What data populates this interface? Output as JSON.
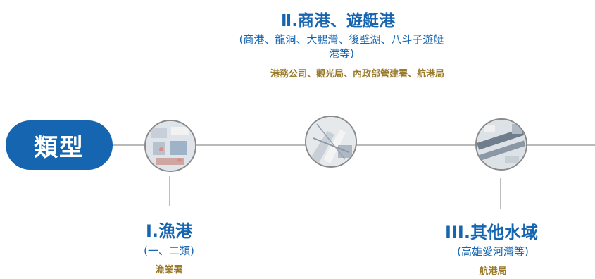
{
  "type_label": "類型",
  "colors": {
    "primary": "#1565b0",
    "agency": "#9a7a2b",
    "line": "#b9b9b9"
  },
  "categories": [
    {
      "title": "Ⅰ.漁港",
      "subtitle": "(一、二類)",
      "agency": "漁業署",
      "icon": "fishing-port-aerial-photo"
    },
    {
      "title": "Ⅱ.商港、遊艇港",
      "subtitle": "(商港、龍洞、大鵬灣、後壁湖、八斗子遊艇港等)",
      "agency": "港務公司、觀光局、內政部營建署、航港局",
      "icon": "commercial-port-aerial-photo"
    },
    {
      "title": "III.其他水域",
      "subtitle": "(高雄愛河灣等)",
      "agency": "航港局",
      "icon": "other-waters-aerial-photo"
    }
  ]
}
